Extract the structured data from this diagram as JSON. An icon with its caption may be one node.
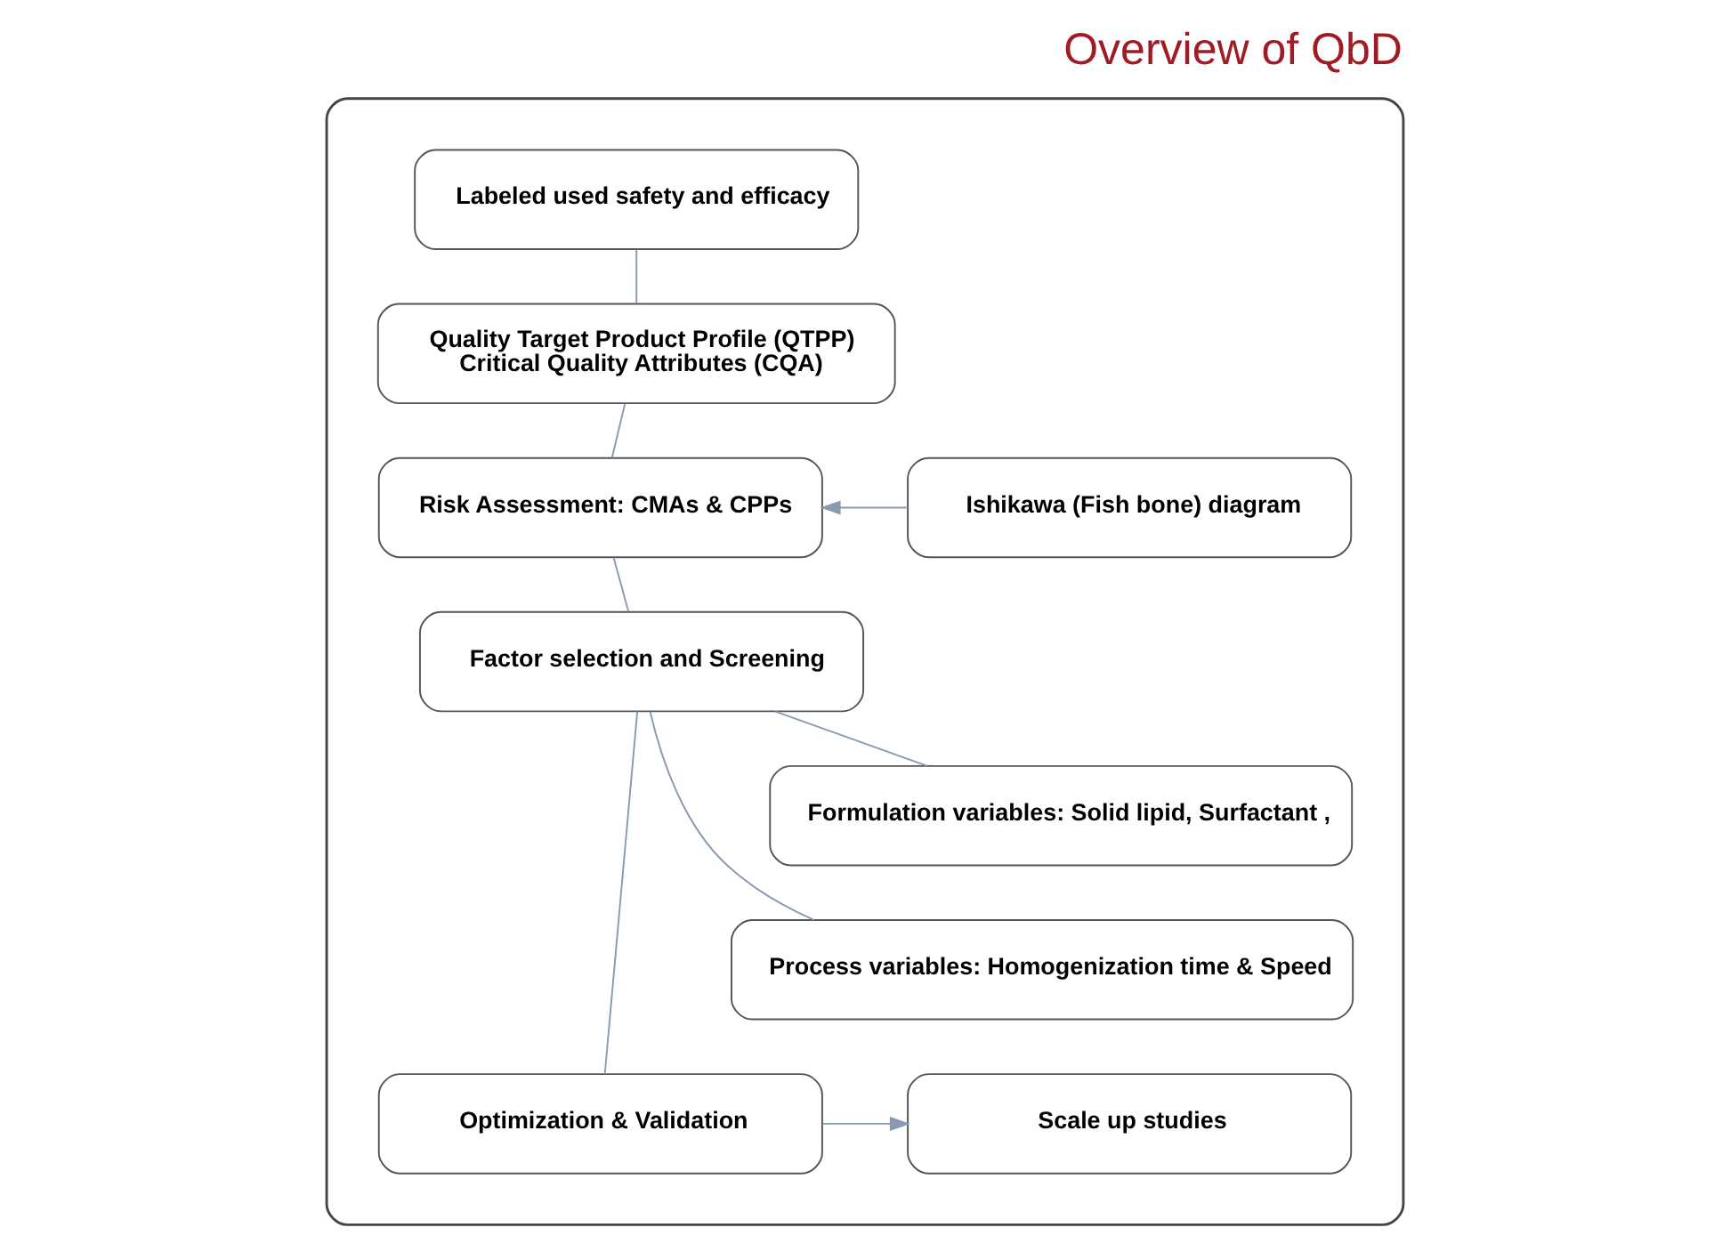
{
  "diagram": {
    "title": "Overview of QbD",
    "nodes": [
      {
        "text": [],
        "shape": "box"
      },
      {
        "text": [
          "Labeled used safety and efficacy"
        ],
        "in": 0
      },
      {
        "text": [
          "Quality Target Product Profile (QTPP)",
          "Critical Quality Attributes (CQA)"
        ],
        "in": 0
      },
      {
        "text": [
          "Risk Assessment: CMAs & CPPs"
        ],
        "in": 0
      },
      {
        "text": [
          "Ishikawa (Fish bone) diagram"
        ],
        "in": 0
      },
      {
        "text": [
          "Factor selection and Screening"
        ],
        "in": 0
      },
      {
        "text": [
          "Formulation variables: Solid lipid, Surfactant ,"
        ],
        "in": 0
      },
      {
        "text": [
          "Process variables: Homogenization time & Speed"
        ],
        "in": 0
      },
      {
        "text": [
          "Optimization & Validation"
        ],
        "in": 0
      },
      {
        "text": [
          "Scale up studies"
        ],
        "in": 0
      }
    ],
    "edges": [
      {
        "from": 1,
        "to": 2,
        "arrow": "none"
      },
      {
        "from": 2,
        "to": 3,
        "arrow": "none"
      },
      {
        "from": 4,
        "to": 3,
        "arrow": "to"
      },
      {
        "from": 3,
        "to": 5,
        "arrow": "none"
      },
      {
        "from": 5,
        "to": 6,
        "arrow": "none"
      },
      {
        "from": 5,
        "to": 7,
        "arrow": "none"
      },
      {
        "from": 5,
        "to": 8,
        "arrow": "none"
      },
      {
        "from": 8,
        "to": 9,
        "arrow": "to"
      }
    ]
  }
}
